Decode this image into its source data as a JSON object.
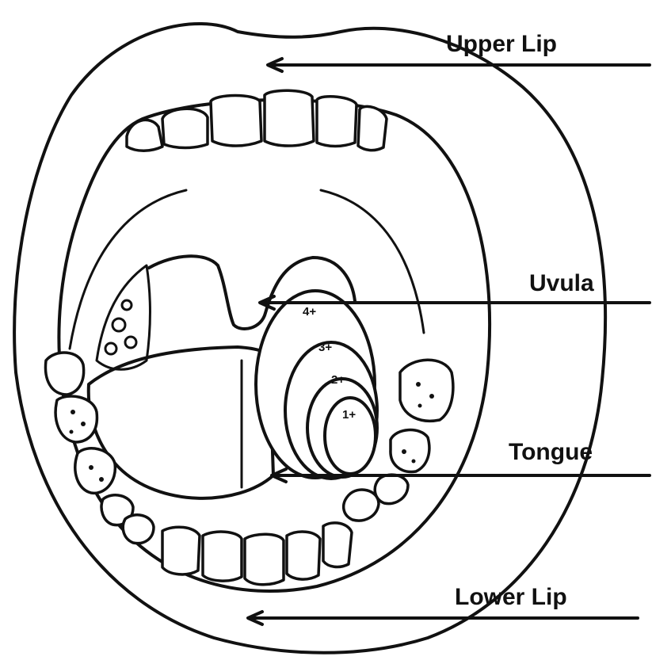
{
  "labels": {
    "upper_lip": "Upper Lip",
    "uvula": "Uvula",
    "tongue": "Tongue",
    "lower_lip": "Lower Lip"
  },
  "tonsil_grades": [
    "1+",
    "2+",
    "3+",
    "4+"
  ],
  "colors": {
    "line": "#111111",
    "background": "#ffffff"
  }
}
